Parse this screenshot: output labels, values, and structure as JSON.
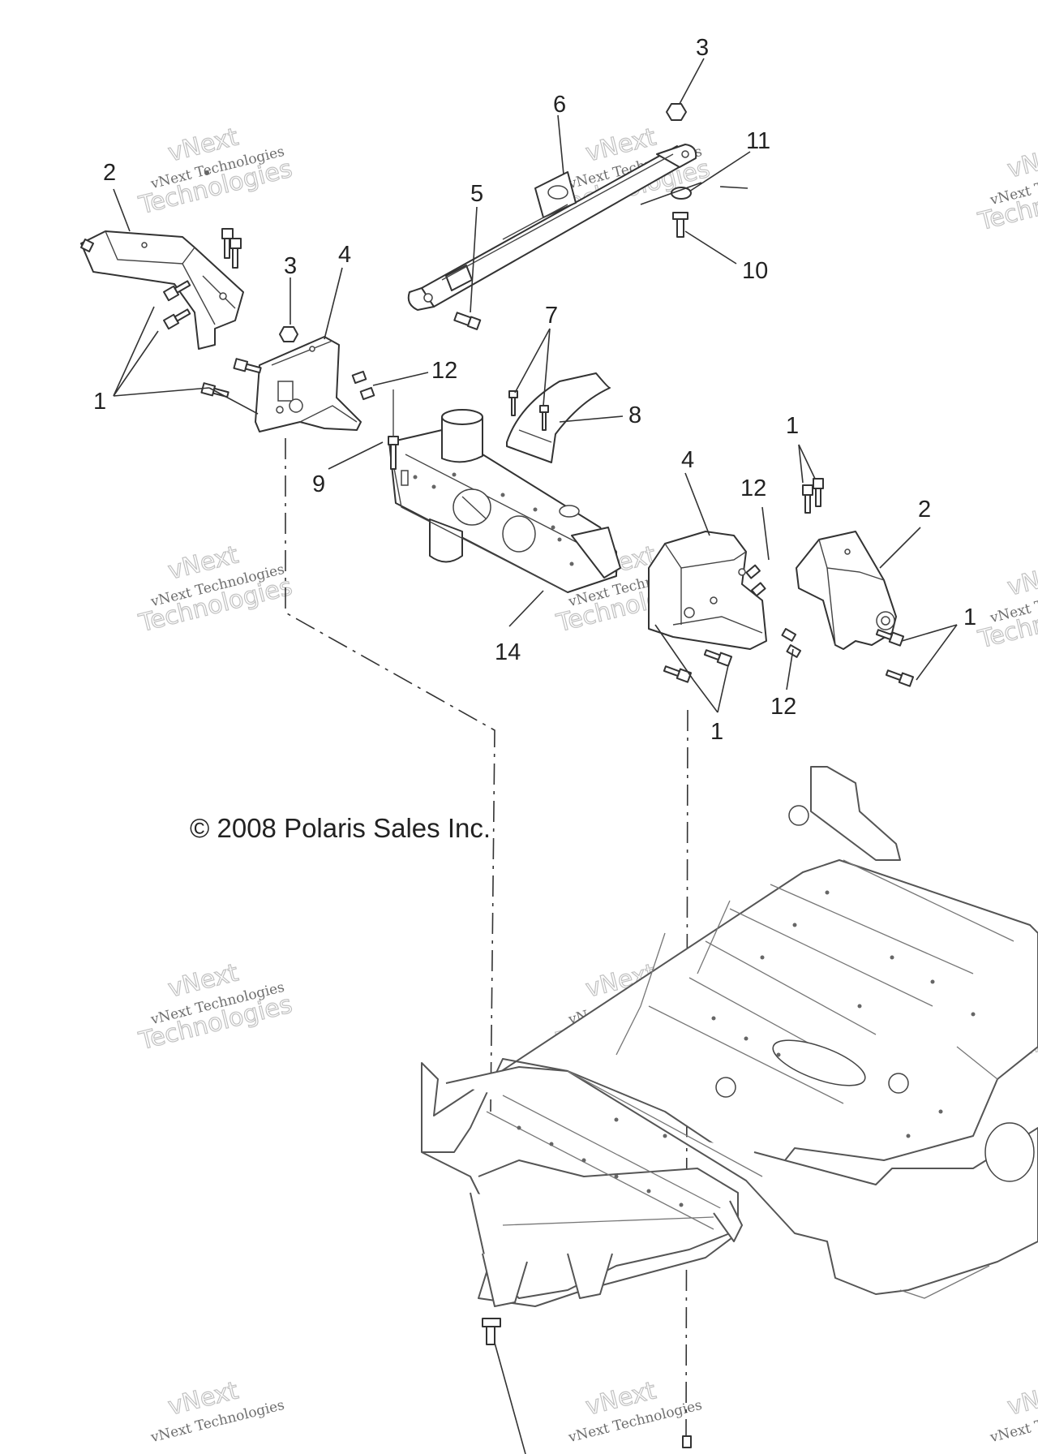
{
  "copyright": "© 2008 Polaris Sales Inc.",
  "watermark": {
    "line1": "vNext",
    "line2": "vNext Technologies",
    "line3": "Technologies"
  },
  "callouts": {
    "c3_top": "3",
    "c6": "6",
    "c11": "11",
    "c10": "10",
    "c2_left": "2",
    "c5": "5",
    "c3_left": "3",
    "c4_left": "4",
    "c12_left": "12",
    "c1_left": "1",
    "c7": "7",
    "c8": "8",
    "c9": "9",
    "c14": "14",
    "c4_right": "4",
    "c12_right_top": "12",
    "c1_right_top": "1",
    "c2_right": "2",
    "c1_right": "1",
    "c12_right_bottom": "12",
    "c1_bottom": "1"
  }
}
